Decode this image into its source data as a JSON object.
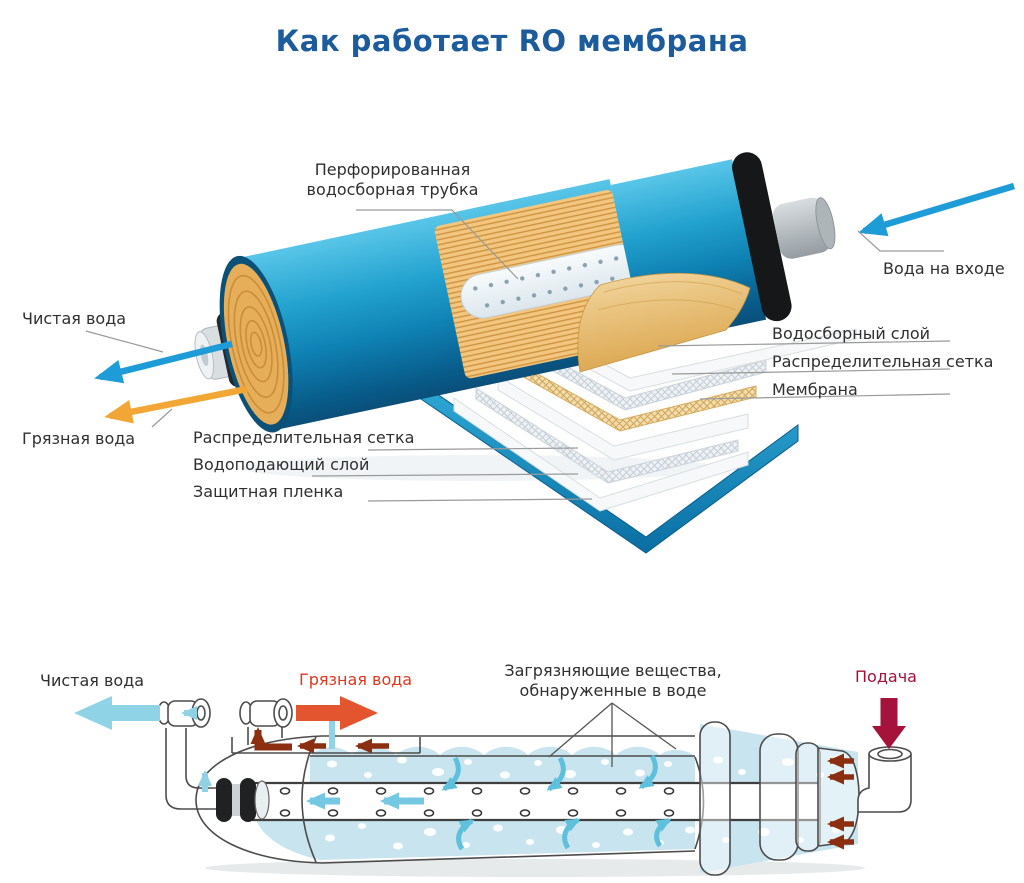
{
  "title": "Как работает RO мембрана",
  "colors": {
    "title_text": "#1d5c9c",
    "label_text": "#2f2f2f",
    "dirty_water_text": "#e0371c",
    "feed_text": "#a5103a",
    "permeate_arrow": "#1e9cd8",
    "concentrate_arrow": "#f2a636",
    "clean_arrow": "#8ed4e6",
    "dirty_arrow": "#e2552e",
    "feed_arrow": "#a5123a",
    "brine_arrow": "#8c2f10",
    "curve_arrow": "#5fc0dc",
    "tube_arrow": "#74c8e2",
    "water_fill": "#c7e4ef",
    "shell_blue": "#1787b8",
    "wrap_orange": "#e8ae59",
    "membrane_sheet_blue": "#1b8fc4"
  },
  "top_diagram": {
    "labels": {
      "perforated_tube_line1": "Перфорированная",
      "perforated_tube_line2": "водосборная трубка",
      "water_inlet": "Вода на входе",
      "collection_layer": "Водосборный слой",
      "distribution_mesh_right": "Распределительная сетка",
      "membrane": "Мембрана",
      "clean_water": "Чистая вода",
      "dirty_water": "Грязная вода",
      "distribution_mesh_left": "Распределительная сетка",
      "feed_layer": "Водоподающий слой",
      "protective_film": "Защитная пленка"
    }
  },
  "bottom_diagram": {
    "labels": {
      "clean_water": "Чистая вода",
      "dirty_water": "Грязная вода",
      "contaminants_line1": "Загрязняющие вещества,",
      "contaminants_line2": "обнаруженные в воде",
      "feed": "Подача"
    }
  }
}
